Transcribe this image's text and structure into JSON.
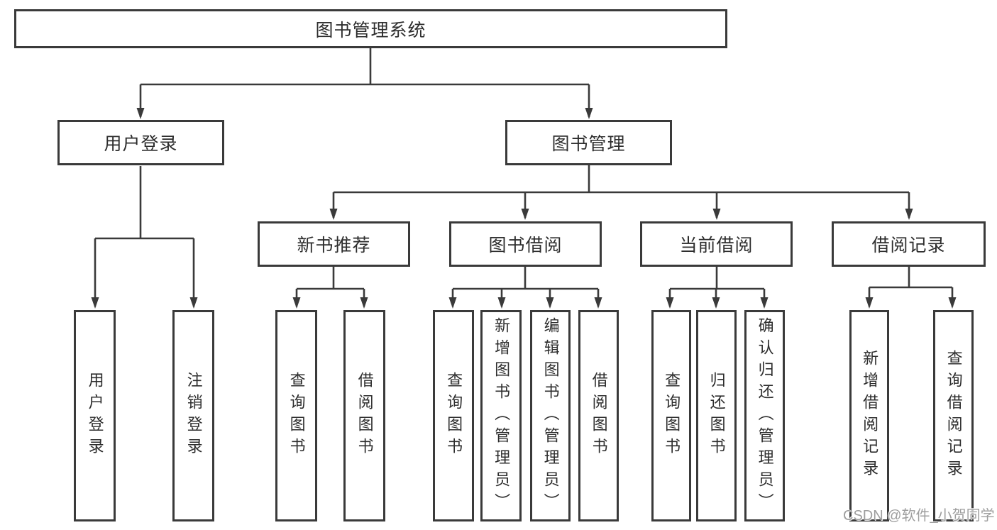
{
  "colors": {
    "line": "#3a3a3a",
    "text": "#2d2d2d",
    "box_background": "#ffffff",
    "watermark": "#9e9e9e"
  },
  "diagram": {
    "root": {
      "label": "图书管理系统"
    },
    "user_login": {
      "label": "用户登录",
      "children": {
        "login": {
          "label": "用户登录"
        },
        "logout": {
          "label": "注销登录"
        }
      }
    },
    "book_management": {
      "label": "图书管理",
      "sections": {
        "new_book_recommend": {
          "label": "新书推荐",
          "children": {
            "query_books": {
              "label": "查询图书"
            },
            "borrow_books": {
              "label": "借阅图书"
            }
          }
        },
        "book_borrowing": {
          "label": "图书借阅",
          "children": {
            "query_books": {
              "label": "查询图书"
            },
            "add_books_admin": {
              "label": "新增图书（管理员）"
            },
            "edit_books_admin": {
              "label": "编辑图书（管理员）"
            },
            "borrow_books": {
              "label": "借阅图书"
            }
          }
        },
        "current_borrowing": {
          "label": "当前借阅",
          "children": {
            "query_books": {
              "label": "查询图书"
            },
            "return_books": {
              "label": "归还图书"
            },
            "confirm_return_admin": {
              "label": "确认归还（管理员）"
            }
          }
        },
        "borrowing_records": {
          "label": "借阅记录",
          "children": {
            "add_borrow_record": {
              "label": "新增借阅记录"
            },
            "query_borrow_record": {
              "label": "查询借阅记录"
            }
          }
        }
      }
    }
  },
  "watermark": {
    "text": "CSDN @软件_小贺同学"
  }
}
